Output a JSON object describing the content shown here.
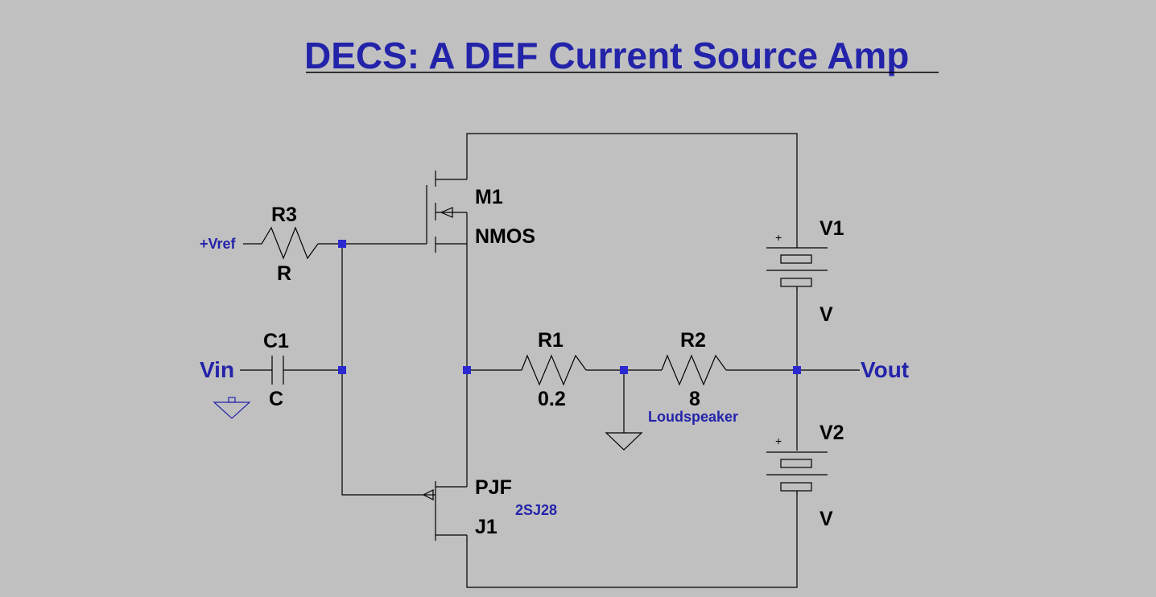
{
  "title": "DECS: A DEF Current Source Amp",
  "nets": {
    "vref": "+Vref",
    "vin": "Vin",
    "vout": "Vout"
  },
  "components": {
    "r3": {
      "name": "R3",
      "value": "R"
    },
    "c1": {
      "name": "C1",
      "value": "C"
    },
    "m1": {
      "name": "M1",
      "model": "NMOS"
    },
    "j1": {
      "name": "J1",
      "model": "PJF",
      "part": "2SJ28"
    },
    "r1": {
      "name": "R1",
      "value": "0.2"
    },
    "r2": {
      "name": "R2",
      "value": "8",
      "note": "Loudspeaker"
    },
    "v1": {
      "name": "V1",
      "value": "V"
    },
    "v2": {
      "name": "V2",
      "value": "V"
    }
  },
  "colors": {
    "background": "#c0c0c0",
    "wire": "#000000",
    "label_blue": "#2323aa",
    "junction": "#2a2ad0"
  }
}
